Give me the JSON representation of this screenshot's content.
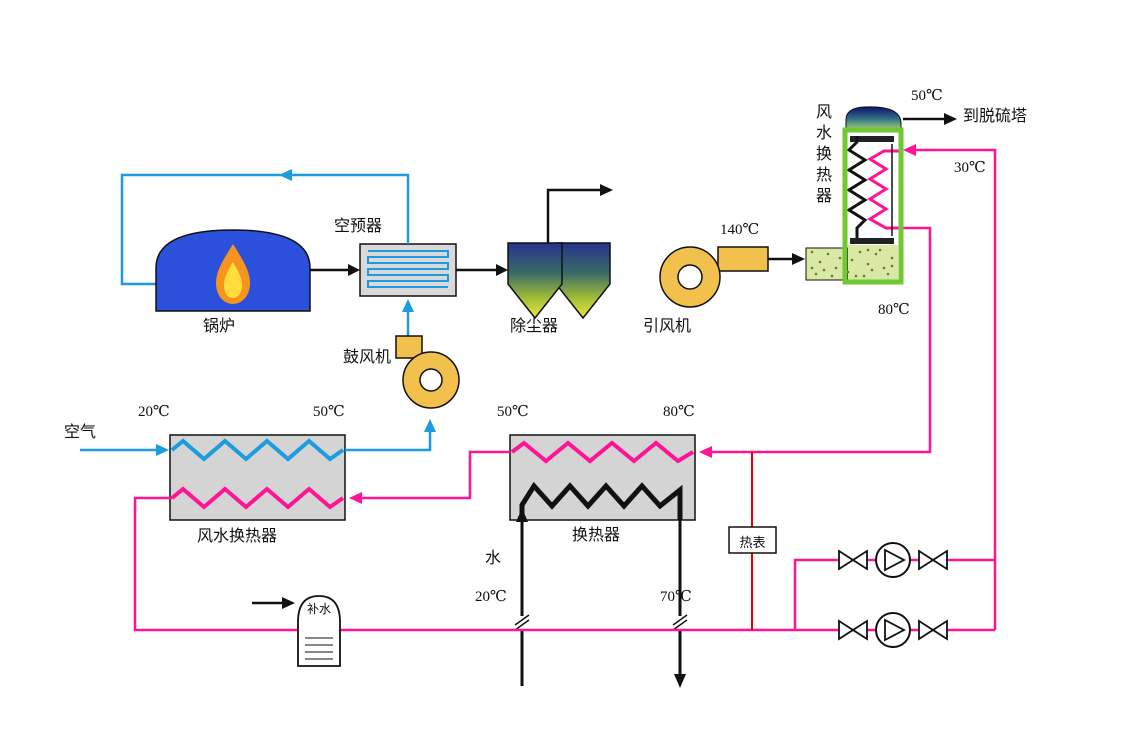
{
  "colors": {
    "air_line_blue": "#1B9BE0",
    "hot_water_pink": "#FF1493",
    "flue_gas_black": "#1A1A1A",
    "fan_yellow": "#F2C04D",
    "boiler_blue": "#2B50DB",
    "meter_red": "#E00000",
    "hx_frame_green": "#70C832",
    "box_gray": "#D4D4D4",
    "speckle_bg": "#D9E8A6"
  },
  "equipment": {
    "boiler": "锅炉",
    "air_preheater": "空预器",
    "forced_draft_fan": "鼓风机",
    "dust_collector": "除尘器",
    "induced_draft_fan": "引风机",
    "gas_water_heat_exchanger": "风水换热器",
    "air_water_heat_exchanger": "风水换热器",
    "water_heat_exchanger": "换热器",
    "heat_meter": "热表",
    "makeup_water_tank": "补水"
  },
  "stream_labels": {
    "air_inlet": "空气",
    "air_inlet_temp": "20℃",
    "air_heated_temp": "50℃",
    "flue_after_fan_temp": "140℃",
    "stack_outlet_temp": "50℃",
    "stack_destination": "到脱硫塔",
    "water_return_temp": "30℃",
    "water_supply_temp": "80℃",
    "hx_water_out_temp": "50℃",
    "hx_water_in_temp": "80℃",
    "cold_water_label": "水",
    "cold_water_in_temp": "20℃",
    "cold_water_out_temp": "70℃"
  }
}
